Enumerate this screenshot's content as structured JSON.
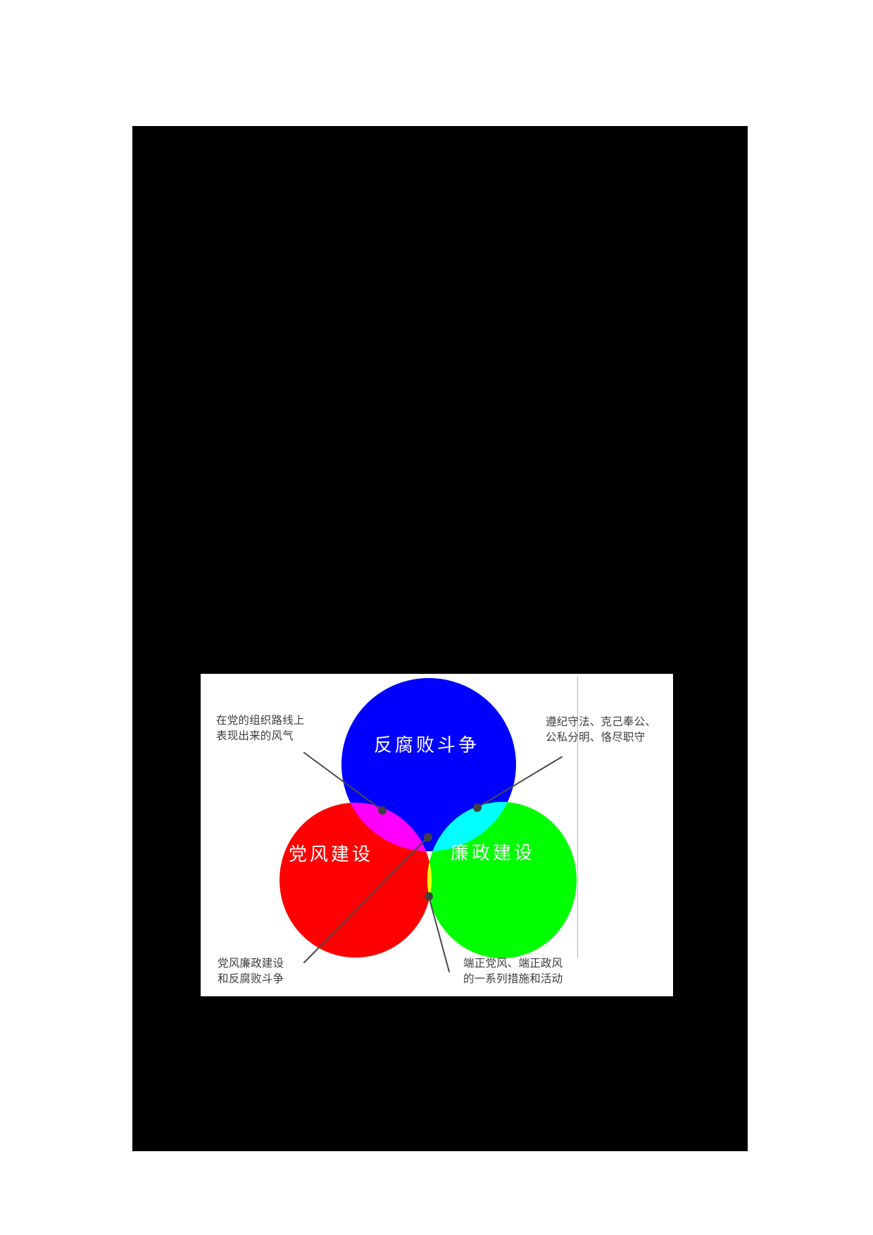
{
  "diagram": {
    "type": "venn",
    "colors": {
      "blue": "#0000ff",
      "red": "#ff0000",
      "green": "#00ff00",
      "magenta": "#ff00ff",
      "cyan": "#00ffff",
      "yellow": "#ffff00",
      "white": "#ffffff",
      "leader": "#404040",
      "text": "#3c3c3c"
    },
    "circles": {
      "top": {
        "label": "反腐败斗争",
        "color": "#0000ff"
      },
      "left": {
        "label": "党风建设",
        "color": "#ff0000"
      },
      "right": {
        "label": "廉政建设",
        "color": "#00ff00"
      }
    },
    "callouts": {
      "top_left": {
        "line1": "在党的组织路线上",
        "line2": "表现出来的风气",
        "points_to": "magenta"
      },
      "top_right": {
        "line1": "遵纪守法、克己奉公、",
        "line2": "公私分明、恪尽职守",
        "points_to": "cyan"
      },
      "bottom_left": {
        "line1": "党风廉政建设",
        "line2": "和反腐败斗争",
        "points_to": "white"
      },
      "bottom_right": {
        "line1": "端正党风、端正政风",
        "line2": "的一系列措施和活动",
        "points_to": "yellow"
      }
    }
  }
}
